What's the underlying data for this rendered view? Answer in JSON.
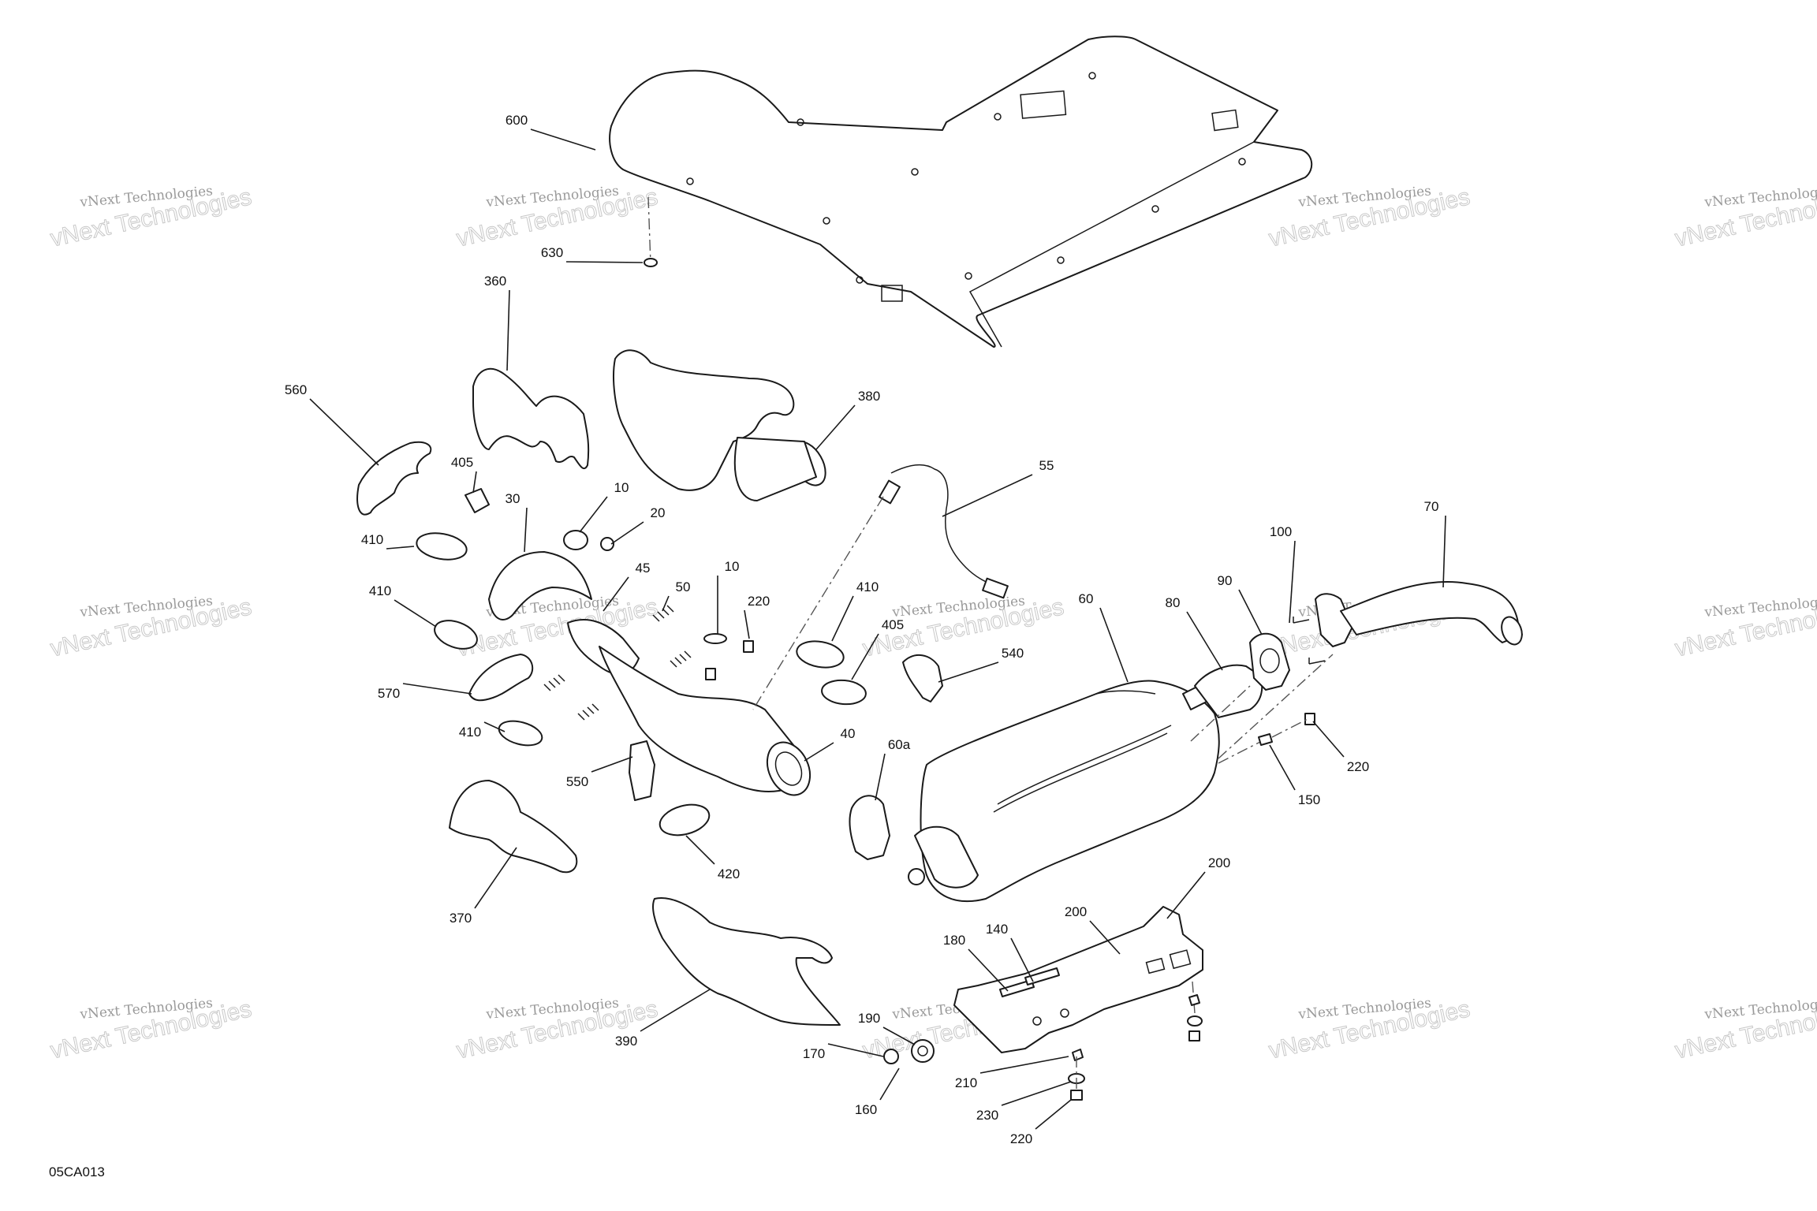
{
  "diagram_code": "05CA013",
  "watermark": {
    "line1": "vNext Technologies",
    "line2": "vNext Technologies"
  },
  "callouts": [
    {
      "id": "c600",
      "text": "600"
    },
    {
      "id": "c630",
      "text": "630"
    },
    {
      "id": "c360",
      "text": "360"
    },
    {
      "id": "c560",
      "text": "560"
    },
    {
      "id": "c380",
      "text": "380"
    },
    {
      "id": "c405a",
      "text": "405"
    },
    {
      "id": "c30",
      "text": "30"
    },
    {
      "id": "c10a",
      "text": "10"
    },
    {
      "id": "c20",
      "text": "20"
    },
    {
      "id": "c410a",
      "text": "410"
    },
    {
      "id": "c45",
      "text": "45"
    },
    {
      "id": "c410b",
      "text": "410"
    },
    {
      "id": "c50",
      "text": "50"
    },
    {
      "id": "c10b",
      "text": "10"
    },
    {
      "id": "c220a",
      "text": "220"
    },
    {
      "id": "c410c",
      "text": "410"
    },
    {
      "id": "c55",
      "text": "55"
    },
    {
      "id": "c405b",
      "text": "405"
    },
    {
      "id": "c570",
      "text": "570"
    },
    {
      "id": "c540",
      "text": "540"
    },
    {
      "id": "c410d",
      "text": "410"
    },
    {
      "id": "c40",
      "text": "40"
    },
    {
      "id": "c550",
      "text": "550"
    },
    {
      "id": "c60a",
      "text": "60a"
    },
    {
      "id": "c60",
      "text": "60"
    },
    {
      "id": "c80",
      "text": "80"
    },
    {
      "id": "c90",
      "text": "90"
    },
    {
      "id": "c100",
      "text": "100"
    },
    {
      "id": "c70",
      "text": "70"
    },
    {
      "id": "c220b",
      "text": "220"
    },
    {
      "id": "c150",
      "text": "150"
    },
    {
      "id": "c420",
      "text": "420"
    },
    {
      "id": "c370",
      "text": "370"
    },
    {
      "id": "c200a",
      "text": "200"
    },
    {
      "id": "c200b",
      "text": "200"
    },
    {
      "id": "c140",
      "text": "140"
    },
    {
      "id": "c180",
      "text": "180"
    },
    {
      "id": "c390",
      "text": "390"
    },
    {
      "id": "c190",
      "text": "190"
    },
    {
      "id": "c170",
      "text": "170"
    },
    {
      "id": "c160",
      "text": "160"
    },
    {
      "id": "c210",
      "text": "210"
    },
    {
      "id": "c230",
      "text": "230"
    },
    {
      "id": "c220c",
      "text": "220"
    }
  ]
}
